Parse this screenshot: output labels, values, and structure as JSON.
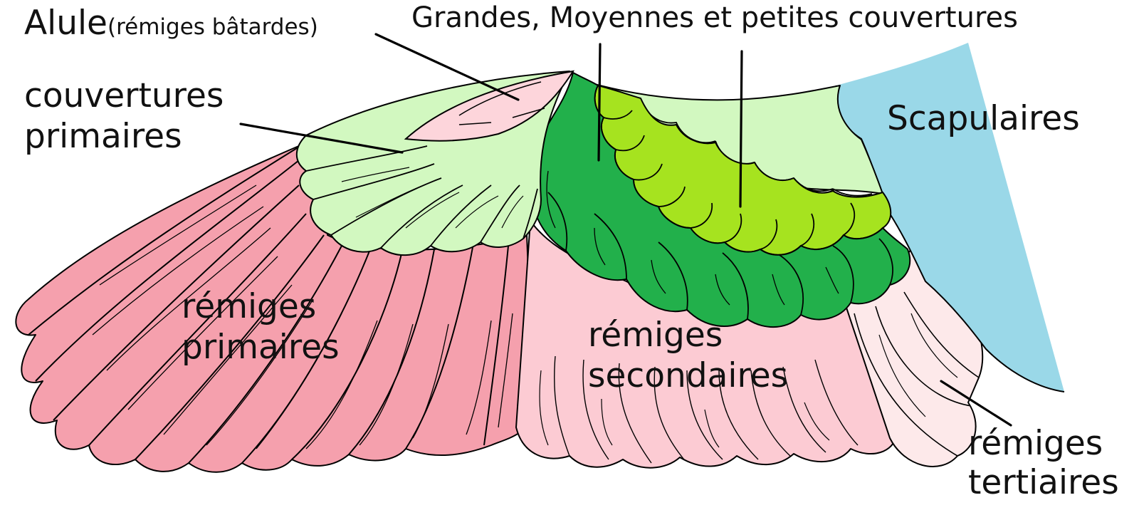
{
  "labels": {
    "alule": "Alule",
    "alule_sub": "(rémiges bâtardes)",
    "couvertures_title": "Grandes, Moyennes et petites couvertures",
    "couvertures_primaires_1": "couvertures",
    "couvertures_primaires_2": "primaires",
    "scapulaires": "Scapulaires",
    "remiges_primaires_1": "rémiges",
    "remiges_primaires_2": "primaires",
    "remiges_secondaires_1": "rémiges",
    "remiges_secondaires_2": "secondaires",
    "remiges_tertiaires_1": "rémiges",
    "remiges_tertiaires_2": "tertiaires"
  },
  "colors": {
    "remiges_primaires": "#f5a0ad",
    "remiges_secondaires": "#fccbd3",
    "remiges_tertiaires": "#fde9ea",
    "couvertures_primaires": "#d2f8c0",
    "alule": "#fdd5db",
    "grandes_couvertures": "#22b04b",
    "moyennes_couvertures": "#a6e31f",
    "petites_couvertures": "#d2f8c0",
    "scapulaires": "#9ad8e8"
  }
}
